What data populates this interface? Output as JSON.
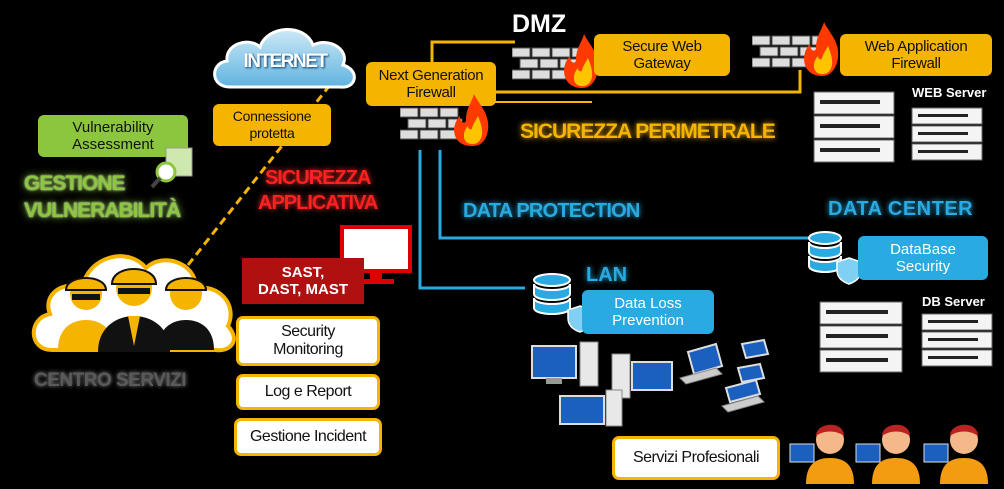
{
  "internet": {
    "label": "INTERNET"
  },
  "connessione": {
    "label": "Connessione\nprotetta"
  },
  "ngfw": {
    "label": "Next Generation\nFirewall"
  },
  "dmz": {
    "label": "DMZ"
  },
  "swg": {
    "label": "Secure Web\nGateway"
  },
  "waf": {
    "label": "Web Application\nFirewall"
  },
  "web_server": {
    "label": "WEB Server"
  },
  "sicurezza_perimetrale": {
    "label": "SICUREZZA PERIMETRALE"
  },
  "vulnerability_assessment": {
    "label": "Vulnerability\nAssessment"
  },
  "gestione_vulnerabilita": {
    "label": "GESTIONE\nVULNERABILITÀ"
  },
  "sicurezza_applicativa": {
    "label": "SICUREZZA\nAPPLICATIVA"
  },
  "data_protection": {
    "label": "DATA PROTECTION"
  },
  "data_center": {
    "label": "DATA CENTER"
  },
  "database_security": {
    "label": "DataBase\nSecurity"
  },
  "db_server": {
    "label": "DB Server"
  },
  "sast": {
    "label": "SAST,\nDAST, MAST"
  },
  "lan": {
    "label": "LAN"
  },
  "dlp": {
    "label": "Data Loss\nPrevention"
  },
  "security_monitoring": {
    "label": "Security\nMonitoring"
  },
  "log_report": {
    "label": "Log e Report"
  },
  "gestione_incident": {
    "label": "Gestione Incident"
  },
  "centro_servizi": {
    "label": "CENTRO SERVIZI"
  },
  "servizi_profesionali": {
    "label": "Servizi Profesionali"
  },
  "colors": {
    "yellow": "#f5b400",
    "blue": "#29abe2",
    "green": "#8cc63f",
    "red": "#ff2020"
  }
}
